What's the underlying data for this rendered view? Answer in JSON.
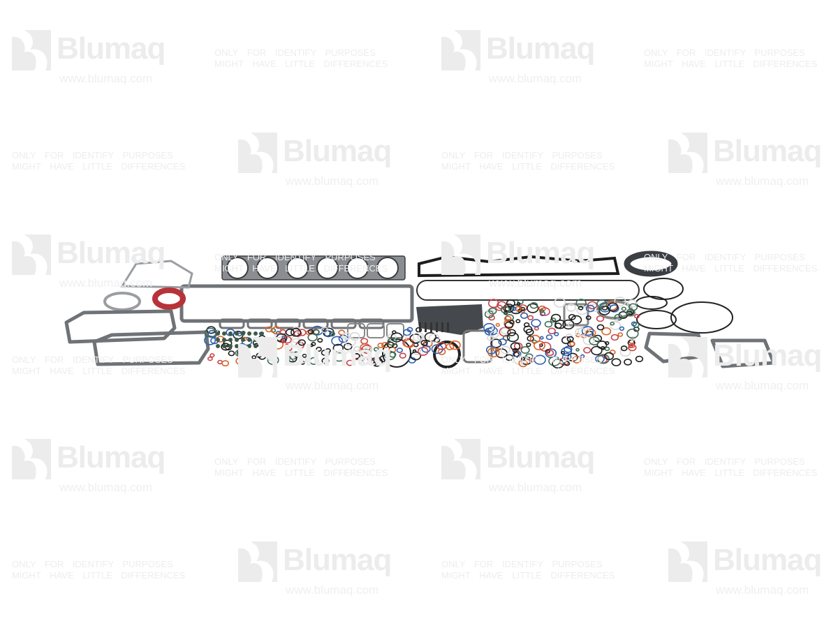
{
  "watermark": {
    "brand": "Blumaq",
    "url": "www.blumaq.com",
    "note_line1": "ONLY FOR IDENTIFY PURPOSES",
    "note_line2": "MIGHT HAVE LITTLE DIFFERENCES"
  },
  "colors": {
    "gasket": "#6f7377",
    "gasket_edge": "#3a3d40",
    "seal_red": "#b8323a",
    "oring_black": "#1e1e1e",
    "oring_blue": "#2f5fb0",
    "oring_orange": "#d8642a",
    "oring_green": "#3b6e55",
    "oring_white": "#d9d9d9"
  }
}
